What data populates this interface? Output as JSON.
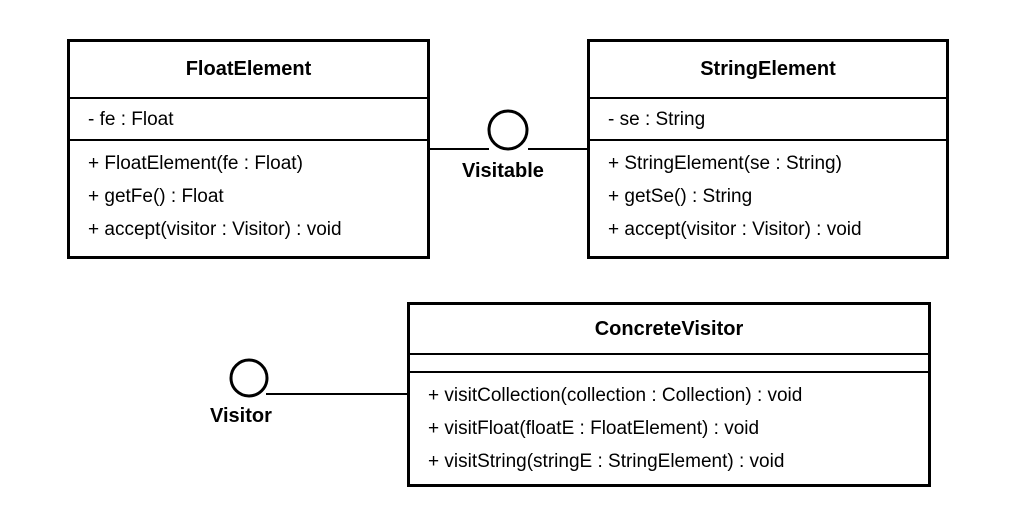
{
  "classes": {
    "float_element": {
      "name": "FloatElement",
      "attributes": [
        "- fe : Float"
      ],
      "operations": [
        "+ FloatElement(fe : Float)",
        "+ getFe() : Float",
        "+ accept(visitor : Visitor) : void"
      ]
    },
    "string_element": {
      "name": "StringElement",
      "attributes": [
        "- se : String"
      ],
      "operations": [
        "+ StringElement(se : String)",
        "+ getSe() : String",
        "+ accept(visitor : Visitor) : void"
      ]
    },
    "concrete_visitor": {
      "name": "ConcreteVisitor",
      "attributes": [],
      "operations": [
        "+ visitCollection(collection : Collection) : void",
        "+ visitFloat(floatE : FloatElement) : void",
        "+ visitString(stringE : StringElement) : void"
      ]
    }
  },
  "interfaces": {
    "visitable": {
      "label": "Visitable"
    },
    "visitor": {
      "label": "Visitor"
    }
  }
}
